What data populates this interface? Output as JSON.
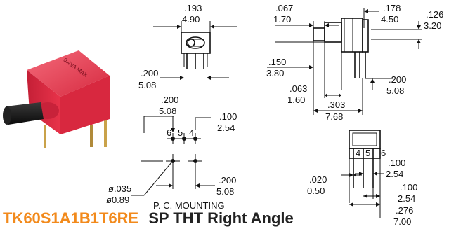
{
  "dims": {
    "top_width_in": ".193",
    "top_width_mm": "4.90",
    "front_pin_in": ".200",
    "front_pin_mm": "5.08",
    "pcb_row_in": ".200",
    "pcb_row_mm": "5.08",
    "pcb_pitch_in": ".100",
    "pcb_pitch_mm": "2.54",
    "pin_labels": [
      "6",
      "5",
      "4"
    ],
    "hole_dia_in": "ø.035",
    "hole_dia_mm": "ø0.89",
    "pcb_span_in": ".200",
    "pcb_span_mm": "5.08",
    "pcb_title": "P. C. MOUNTING",
    "lever_in": ".067",
    "lever_mm": "1.70",
    "side_top_in": ".178",
    "side_top_mm": "4.50",
    "side_right_in": ".126",
    "side_right_mm": "3.20",
    "side_left_in": ".150",
    "side_left_mm": "3.80",
    "side_pin_in": ".200",
    "side_pin_mm": "5.08",
    "side_base_in": ".063",
    "side_base_mm": "1.60",
    "side_len_in": ".303",
    "side_len_mm": "7.68",
    "bottom_pin_labels": [
      "4",
      "5",
      "6"
    ],
    "bot_pitch_in": ".100",
    "bot_pitch_mm": "2.54",
    "bot_thick_in": ".020",
    "bot_thick_mm": "0.50",
    "bot_pitch2_in": ".100",
    "bot_pitch2_mm": "2.54",
    "bot_span_in": ".276",
    "bot_span_mm": "7.00",
    "photo_text": "0.4VA MAX"
  },
  "caption": {
    "part_number": "TK60S1A1B1T6RE",
    "description": "SP THT Right Angle"
  },
  "colors": {
    "caption_orange": "#f28a1c",
    "switch_body_red": "#e8334a",
    "lever_black": "#1a1a1a",
    "pin_gold": "#c9a24a"
  }
}
